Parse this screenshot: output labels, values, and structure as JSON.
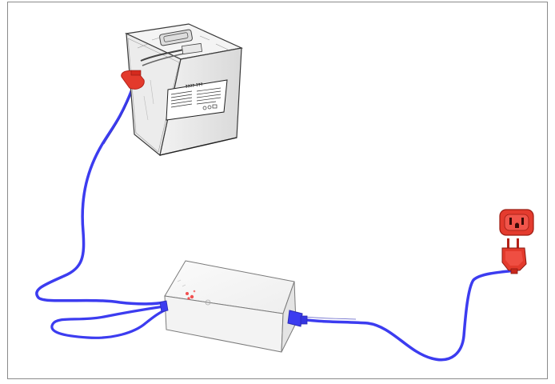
{
  "illustration": {
    "battery_label_lines": [
      "????  ???"
    ],
    "colors": {
      "cable": "#3c3cf0",
      "cable_dark": "#2b2bb5",
      "plug": "#e33a2c",
      "plug_dark": "#b42118",
      "outlet": "#e43b2e",
      "sketch_line": "#3a3a3a",
      "indicator": "#f25050"
    },
    "components": {
      "battery": "battery-pack",
      "charger": "charger-box",
      "outlet": "wall-outlet",
      "plug": "power-plug"
    }
  }
}
